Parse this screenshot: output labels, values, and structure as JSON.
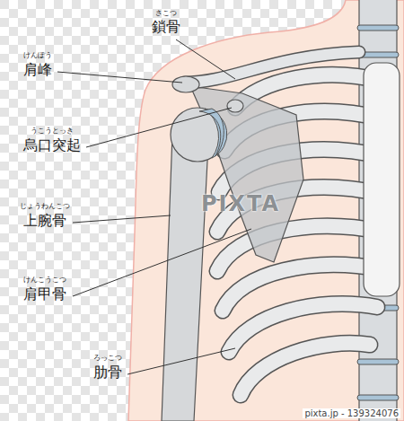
{
  "diagram": {
    "labels": [
      "さこつ",
      "鎖骨",
      "けんぽう",
      "肩峰",
      "うこうとっき",
      "烏口突起",
      "じょうわんこつ",
      "上腕骨",
      "けんこうこつ",
      "肩甲骨",
      "ろっこつ",
      "肋骨",
      "PIXTA",
      "pixta.jp - 139324076"
    ]
  }
}
